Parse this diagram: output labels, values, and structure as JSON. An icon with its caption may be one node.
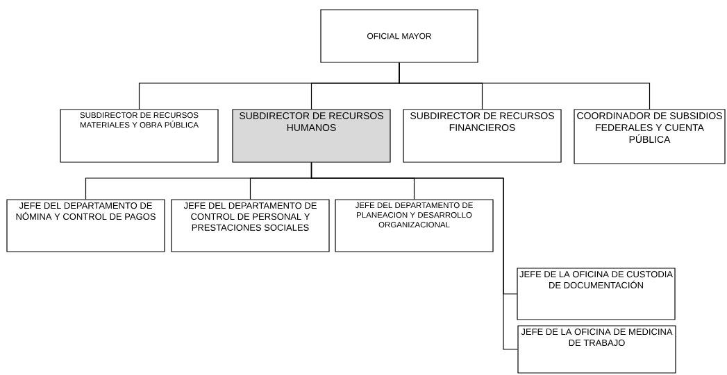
{
  "diagram": {
    "nodes": [
      {
        "text": [
          "OFICIAL MAYOR"
        ]
      },
      {
        "text": [
          "SUBDIRECTOR DE RECURSOS MATERIALES Y OBRA PÚBLICA"
        ]
      },
      {
        "text": [
          "SUBDIRECTOR DE RECURSOS HUMANOS"
        ]
      },
      {
        "text": [
          "SUBDIRECTOR DE RECURSOS FINANCIEROS"
        ]
      },
      {
        "text": [
          "COORDINADOR DE SUBSIDIOS FEDERALES Y CUENTA PÚBLICA"
        ]
      },
      {
        "text": [
          "JEFE DEL DEPARTAMENTO DE NÓMINA Y CONTROL DE PAGOS"
        ]
      },
      {
        "text": [
          "JEFE DEL DEPARTAMENTO DE CONTROL DE PERSONAL Y PRESTACIONES SOCIALES"
        ]
      },
      {
        "text": [
          "JEFE DEL DEPARTAMENTO DE PLANEACION Y DESARROLLO ORGANIZACIONAL"
        ]
      },
      {
        "text": [
          "JEFE DE LA OFICINA DE CUSTODIA DE DOCUMENTACIÓN"
        ]
      },
      {
        "text": [
          "JEFE DE LA OFICINA DE MEDICINA DE TRABAJO"
        ]
      }
    ],
    "edges": [
      {
        "from": 0,
        "to": 1,
        "arrow": "none"
      },
      {
        "from": 0,
        "to": 2,
        "arrow": "none"
      },
      {
        "from": 0,
        "to": 3,
        "arrow": "none"
      },
      {
        "from": 0,
        "to": 4,
        "arrow": "none"
      },
      {
        "from": 2,
        "to": 5,
        "arrow": "none"
      },
      {
        "from": 2,
        "to": 6,
        "arrow": "none"
      },
      {
        "from": 2,
        "to": 7,
        "arrow": "none"
      },
      {
        "from": 2,
        "to": 8,
        "arrow": "none"
      },
      {
        "from": 2,
        "to": 9,
        "arrow": "none"
      }
    ]
  }
}
